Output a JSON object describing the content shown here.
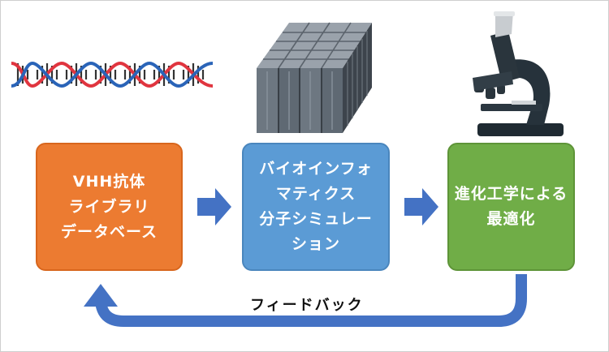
{
  "boxes": {
    "database": {
      "lines": [
        "VHH抗体",
        "ライブラリ",
        "データベース"
      ],
      "color": "#ec7b31"
    },
    "bioinformatics": {
      "lines": [
        "バイオインフォ",
        "マティクス",
        "分子シミュレー",
        "ション"
      ],
      "color": "#5b9bd5"
    },
    "evolution": {
      "lines": [
        "進化工学による",
        "最適化"
      ],
      "color": "#70ad47"
    }
  },
  "feedback": {
    "label": "フィードバック",
    "color": "#4472c4"
  },
  "icons": [
    "dna-icon",
    "supercomputer-icon",
    "microscope-icon"
  ]
}
